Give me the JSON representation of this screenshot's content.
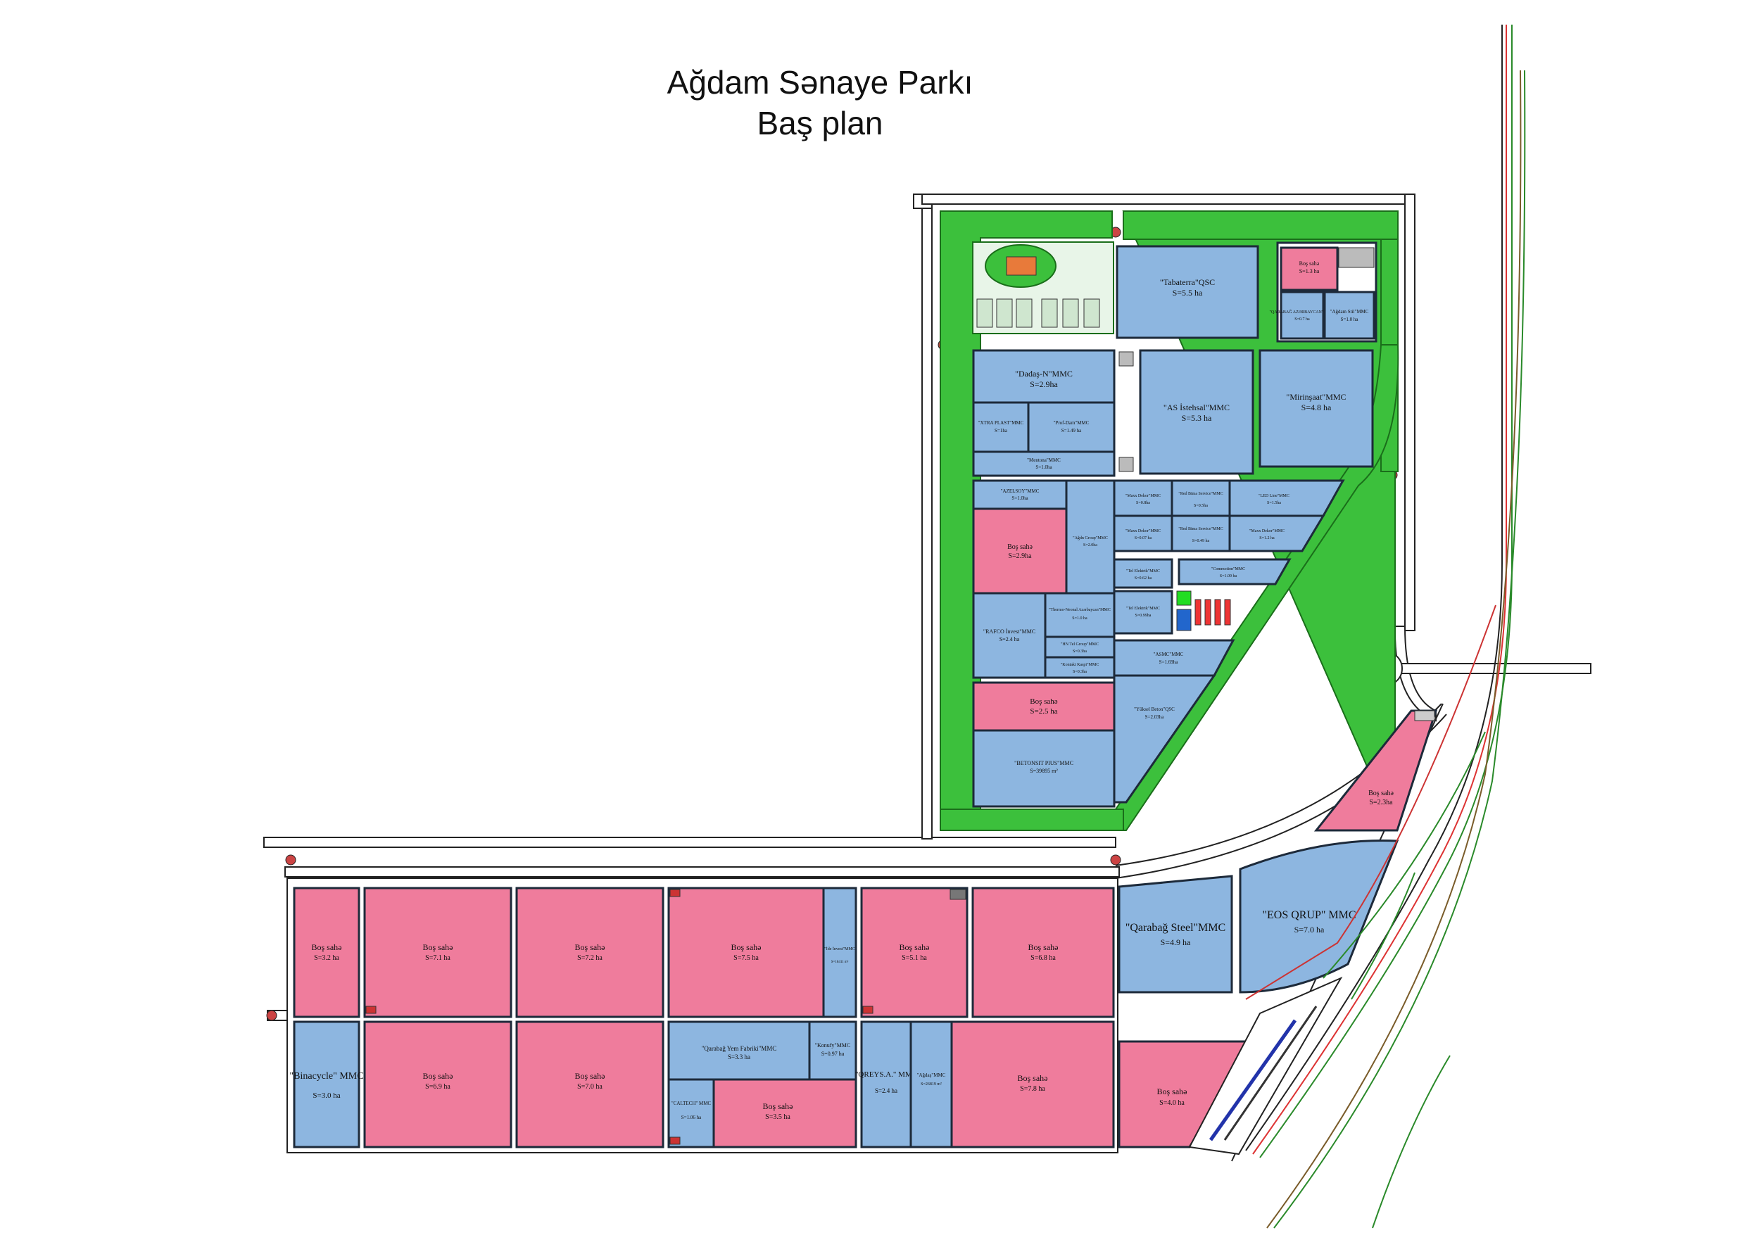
{
  "title": {
    "line1": "Ağdam Sənaye Parkı",
    "line2": "Baş plan"
  },
  "colors": {
    "occupied": "#8db6e0",
    "vacant": "#ef7c9c",
    "green": "#3cc03c"
  },
  "plots": {
    "tabaterra": {
      "name": "\"Tabaterra\"QSC",
      "area": "S=5.5 ha"
    },
    "bos_top": {
      "name": "Boş sahə",
      "area": "S=1.3 ha"
    },
    "qarabag_az": {
      "name": "\"QARABAĞ AZƏRBAYCAN\" MMC",
      "area": "S=0.7 ha"
    },
    "agdam_stil": {
      "name": "\"Ağdam Stil\"MMC",
      "area": "S=1.0 ha"
    },
    "dadas": {
      "name": "\"Dadaş-N\"MMC",
      "area": "S=2.9ha"
    },
    "xtra": {
      "name": "\"XTRA PLAST\"MMC",
      "area": "S=1ha"
    },
    "prof_dam": {
      "name": "\"Prof-Dam\"MMC",
      "area": "S=1.49 ha"
    },
    "mentona": {
      "name": "\"Mentona\"MMC",
      "area": "S=1.0ha"
    },
    "as_istehsal": {
      "name": "\"AS İstehsal\"MMC",
      "area": "S=5.3 ha"
    },
    "mirinsaat": {
      "name": "\"Mirinşaat\"MMC",
      "area": "S=4.8 ha"
    },
    "azelsov": {
      "name": "\"AZELSOY\"MMC",
      "area": "S=1.0ha"
    },
    "bos_a": {
      "name": "Boş sahə",
      "area": "S=2.9ha"
    },
    "agdn": {
      "name": "\"Ağdn Group\"MMC",
      "area": "S=2.0ha"
    },
    "rafco": {
      "name": "\"RAFCO İnvest\"MMC",
      "area": "S=2.4 ha"
    },
    "thermo": {
      "name": "\"Thermo-Neonal Azərbaycan\"MMC",
      "area": "S=1.0 ha"
    },
    "hn": {
      "name": "\"HN Tel Group\"MMC",
      "area": "S=0.3ha"
    },
    "kontakt": {
      "name": "\"Kontakt Kaspi\"MMC",
      "area": "S=0.3ha"
    },
    "bos_b": {
      "name": "Boş sahə",
      "area": "S=2.5 ha"
    },
    "betonsit": {
      "name": "\"BETONSIT PIUS\"MMC",
      "area": "S=39895 m²"
    },
    "maxx1": {
      "name": "\"Maxx Dekor\"MMC",
      "area": "S=0.8ha"
    },
    "red1": {
      "name": "\"Red Bima Service\"MMC",
      "area": "S=0.5ha"
    },
    "led": {
      "name": "\"LED Line\"MMC",
      "area": "S=1.5ha"
    },
    "maxx2": {
      "name": "\"Maxx Dekor\"MMC",
      "area": "S=0.07 ha"
    },
    "red2": {
      "name": "\"Red Bima Service\"MMC",
      "area": "S=0.49 ha"
    },
    "maxx3": {
      "name": "\"Maxx Dekor\"MMC",
      "area": "S=1.2 ha"
    },
    "tel1": {
      "name": "\"Tel Elektrik\"MMC",
      "area": "S=0.62 ha"
    },
    "commotion": {
      "name": "\"Commotion\"MMC",
      "area": "S=1.09 ha"
    },
    "tel2": {
      "name": "\"Tel Elektrik\"MMC",
      "area": "S=0.99ha"
    },
    "asmc": {
      "name": "\"ASMC\"MMC",
      "area": "S=1.69ha"
    },
    "yuksel": {
      "name": "\"Yüksel Beton\"QSC",
      "area": "S=2.03ha"
    },
    "bos_c": {
      "name": "Boş sahə",
      "area": "S=2.3ha"
    },
    "qarabag_steel": {
      "name": "\"Qarabağ Steel\"MMC",
      "area": "S=4.9 ha"
    },
    "eos": {
      "name": "\"EOS QRUP\" MMC",
      "area": "S=7.0 ha"
    },
    "bos_r1_1": {
      "name": "Boş sahə",
      "area": "S=3.2 ha"
    },
    "bos_r1_2": {
      "name": "Boş sahə",
      "area": "S=7.1 ha"
    },
    "bos_r1_3": {
      "name": "Boş sahə",
      "area": "S=7.2 ha"
    },
    "bos_r1_4": {
      "name": "Boş sahə",
      "area": "S=7.5 ha"
    },
    "ide_invest": {
      "name": "\"İde İnvest\"MMC",
      "area": "S=18411 m²"
    },
    "bos_r1_5": {
      "name": "Boş sahə",
      "area": "S=5.1 ha"
    },
    "bos_r1_6": {
      "name": "Boş sahə",
      "area": "S=6.8 ha"
    },
    "binacycle": {
      "name": "\"Binacycle\" MMC",
      "area": "S=3.0 ha"
    },
    "bos_r2_1": {
      "name": "Boş sahə",
      "area": "S=6.9 ha"
    },
    "bos_r2_2": {
      "name": "Boş sahə",
      "area": "S=7.0 ha"
    },
    "qarabag_yem": {
      "name": "\"Qarabağ Yem Fabriki\"MMC",
      "area": "S=3.3 ha"
    },
    "konufy": {
      "name": "\"Konufy\"MMC",
      "area": "S=0.97 ha"
    },
    "caltech": {
      "name": "\"CALTECH\" MMC",
      "area": "S=1.06 ha"
    },
    "bos_r2_3": {
      "name": "Boş sahə",
      "area": "S=3.5 ha"
    },
    "qreys": {
      "name": "\"QREYS.A.\" MMC",
      "area": "S=2.4 ha"
    },
    "agdas": {
      "name": "\"Ağdaş\"MMC",
      "area": "S=26819 m²"
    },
    "bos_r2_4": {
      "name": "Boş sahə",
      "area": "S=7.8 ha"
    },
    "bos_r2_5": {
      "name": "Boş sahə",
      "area": "S=4.0 ha"
    }
  }
}
